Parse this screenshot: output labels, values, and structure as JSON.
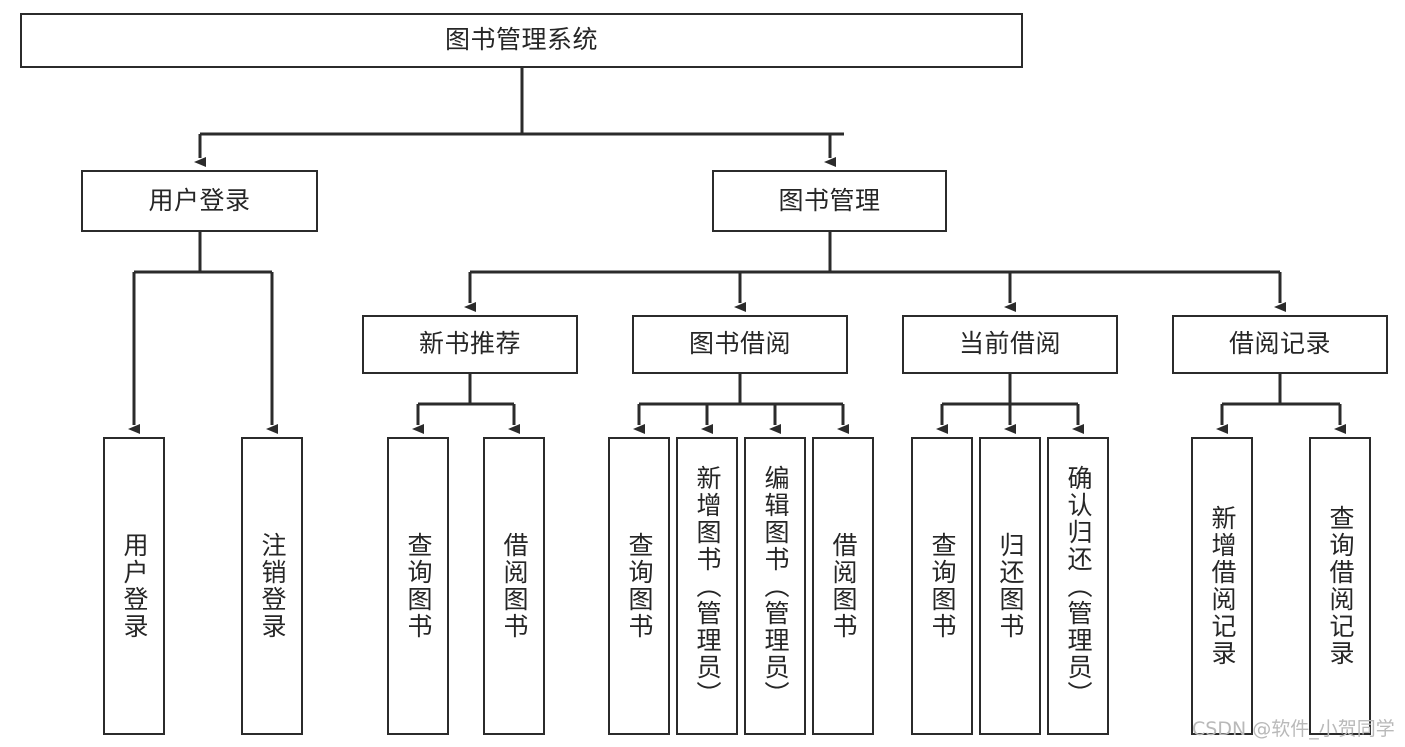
{
  "diagram": {
    "title": "图书管理系统",
    "type": "tree-hierarchy",
    "watermark": "CSDN @软件_小贺同学",
    "colors": {
      "background": "#ffffff",
      "box_border": "#2b2b2b",
      "box_fill": "#ffffff",
      "text": "#262626",
      "connector": "#2b2b2b",
      "watermark": "#b9b9b9"
    },
    "root": {
      "id": "root",
      "label": "图书管理系统"
    },
    "level2": [
      {
        "id": "user-login",
        "label": "用户登录"
      },
      {
        "id": "book-management",
        "label": "图书管理"
      }
    ],
    "level3": [
      {
        "id": "new-book-recommend",
        "label": "新书推荐"
      },
      {
        "id": "book-borrow",
        "label": "图书借阅"
      },
      {
        "id": "current-borrow",
        "label": "当前借阅"
      },
      {
        "id": "borrow-record",
        "label": "借阅记录"
      }
    ],
    "leaves": {
      "user_login": [
        {
          "id": "leaf-user-login",
          "label": "用户登录"
        },
        {
          "id": "leaf-logout-login",
          "label": "注销登录"
        }
      ],
      "new_book_recommend": [
        {
          "id": "leaf-query-book-1",
          "label": "查询图书"
        },
        {
          "id": "leaf-borrow-book-1",
          "label": "借阅图书"
        }
      ],
      "book_borrow": [
        {
          "id": "leaf-query-book-2",
          "label": "查询图书"
        },
        {
          "id": "leaf-add-book",
          "label": "新增图书（管理员）"
        },
        {
          "id": "leaf-edit-book",
          "label": "编辑图书（管理员）"
        },
        {
          "id": "leaf-borrow-book-2",
          "label": "借阅图书"
        }
      ],
      "current_borrow": [
        {
          "id": "leaf-query-book-3",
          "label": "查询图书"
        },
        {
          "id": "leaf-return-book",
          "label": "归还图书"
        },
        {
          "id": "leaf-confirm-return",
          "label": "确认归还（管理员）"
        }
      ],
      "borrow_record": [
        {
          "id": "leaf-add-record",
          "label": "新增借阅记录"
        },
        {
          "id": "leaf-query-record",
          "label": "查询借阅记录"
        }
      ]
    }
  }
}
